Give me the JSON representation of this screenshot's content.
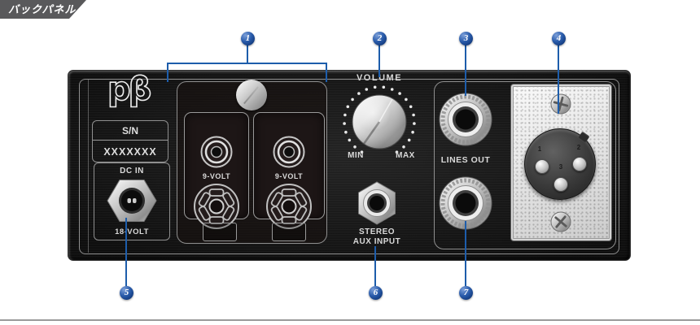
{
  "header": {
    "tab_label": "バックパネル"
  },
  "device_panel": {
    "brand_logo": "pβ",
    "serial_label": "S/N",
    "serial_value": "XXXXXXX",
    "dc_in_label": "DC IN",
    "dc_in_voltage_label": "18-VOLT",
    "battery_left_label": "9-VOLT",
    "battery_right_label": "9-VOLT",
    "volume_label": "VOLUME",
    "volume_min_label": "MIN",
    "volume_max_label": "MAX",
    "aux_input_line1": "STEREO",
    "aux_input_line2": "AUX INPUT",
    "lines_out_label": "LINES OUT",
    "xlr_pin_numbers": [
      "1",
      "2",
      "3"
    ]
  },
  "callouts": [
    "1",
    "2",
    "3",
    "4",
    "5",
    "6",
    "7"
  ],
  "colors": {
    "callout_blue": "#1d5dab",
    "tab_background": "#59595b",
    "panel_background": "#131313",
    "panel_outline": "#8f8f8f",
    "panel_text": "#d9d9d9",
    "xlr_plate_silver": "#ececec"
  }
}
